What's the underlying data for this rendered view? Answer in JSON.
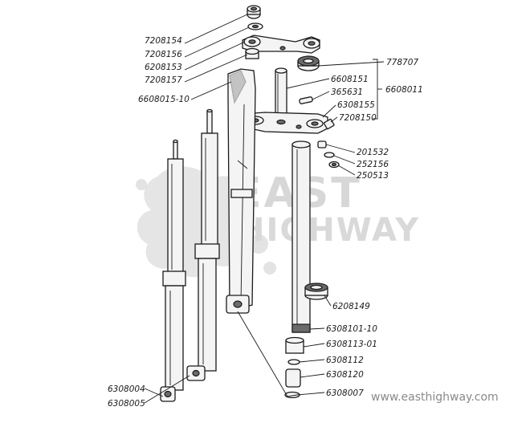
{
  "watermark": {
    "line1": "EAST",
    "line2": "HIGHWAY",
    "url": "www.easthighway.com"
  },
  "part_labels": [
    "7208154",
    "7208156",
    "6208153",
    "7208157",
    "6608015-10",
    "778707",
    "6608151",
    "365631",
    "6308155",
    "7208150",
    "6608011",
    "201532",
    "252156",
    "250513",
    "6208149",
    "6308101-10",
    "6308113-01",
    "6308112",
    "6308120",
    "6308007",
    "6308004",
    "6308005"
  ]
}
